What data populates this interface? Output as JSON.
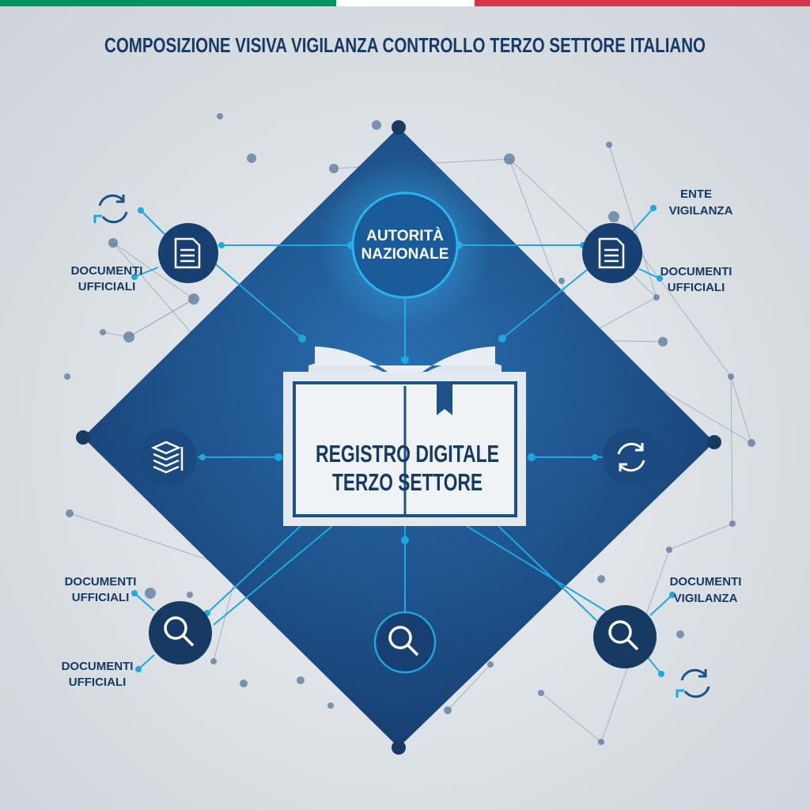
{
  "flag": {
    "green": "#009460",
    "white": "#ffffff",
    "red": "#d8344a"
  },
  "title": "COMPOSIZIONE VISIVA VIGILANZA CONTROLLO TERZO SETTORE ITALIANO",
  "center": {
    "line1": "REGISTRO DIGITALE",
    "line2": "TERZO SETTORE"
  },
  "authority": {
    "line1": "AUTORITÀ",
    "line2": "NAZIONALE"
  },
  "labels": {
    "top_left": {
      "line1": "DOCUMENTI",
      "line2": "UFFICIALI"
    },
    "top_right_1": {
      "line1": "ENTE",
      "line2": "VIGILANZA"
    },
    "top_right_2": {
      "line1": "DOCUMENTI",
      "line2": "UFFICIALI"
    },
    "bottom_left_1": {
      "line1": "DOCUMENTI",
      "line2": "UFFICIALI"
    },
    "bottom_left_2": {
      "line1": "DOCUMENTI",
      "line2": "UFFICIALI"
    },
    "bottom_right": {
      "line1": "DOCUMENTI",
      "line2": "VIGILANZA"
    }
  },
  "colors": {
    "navy": "#163a63",
    "diamond": "#1d5289",
    "accent": "#1fa8e0"
  }
}
